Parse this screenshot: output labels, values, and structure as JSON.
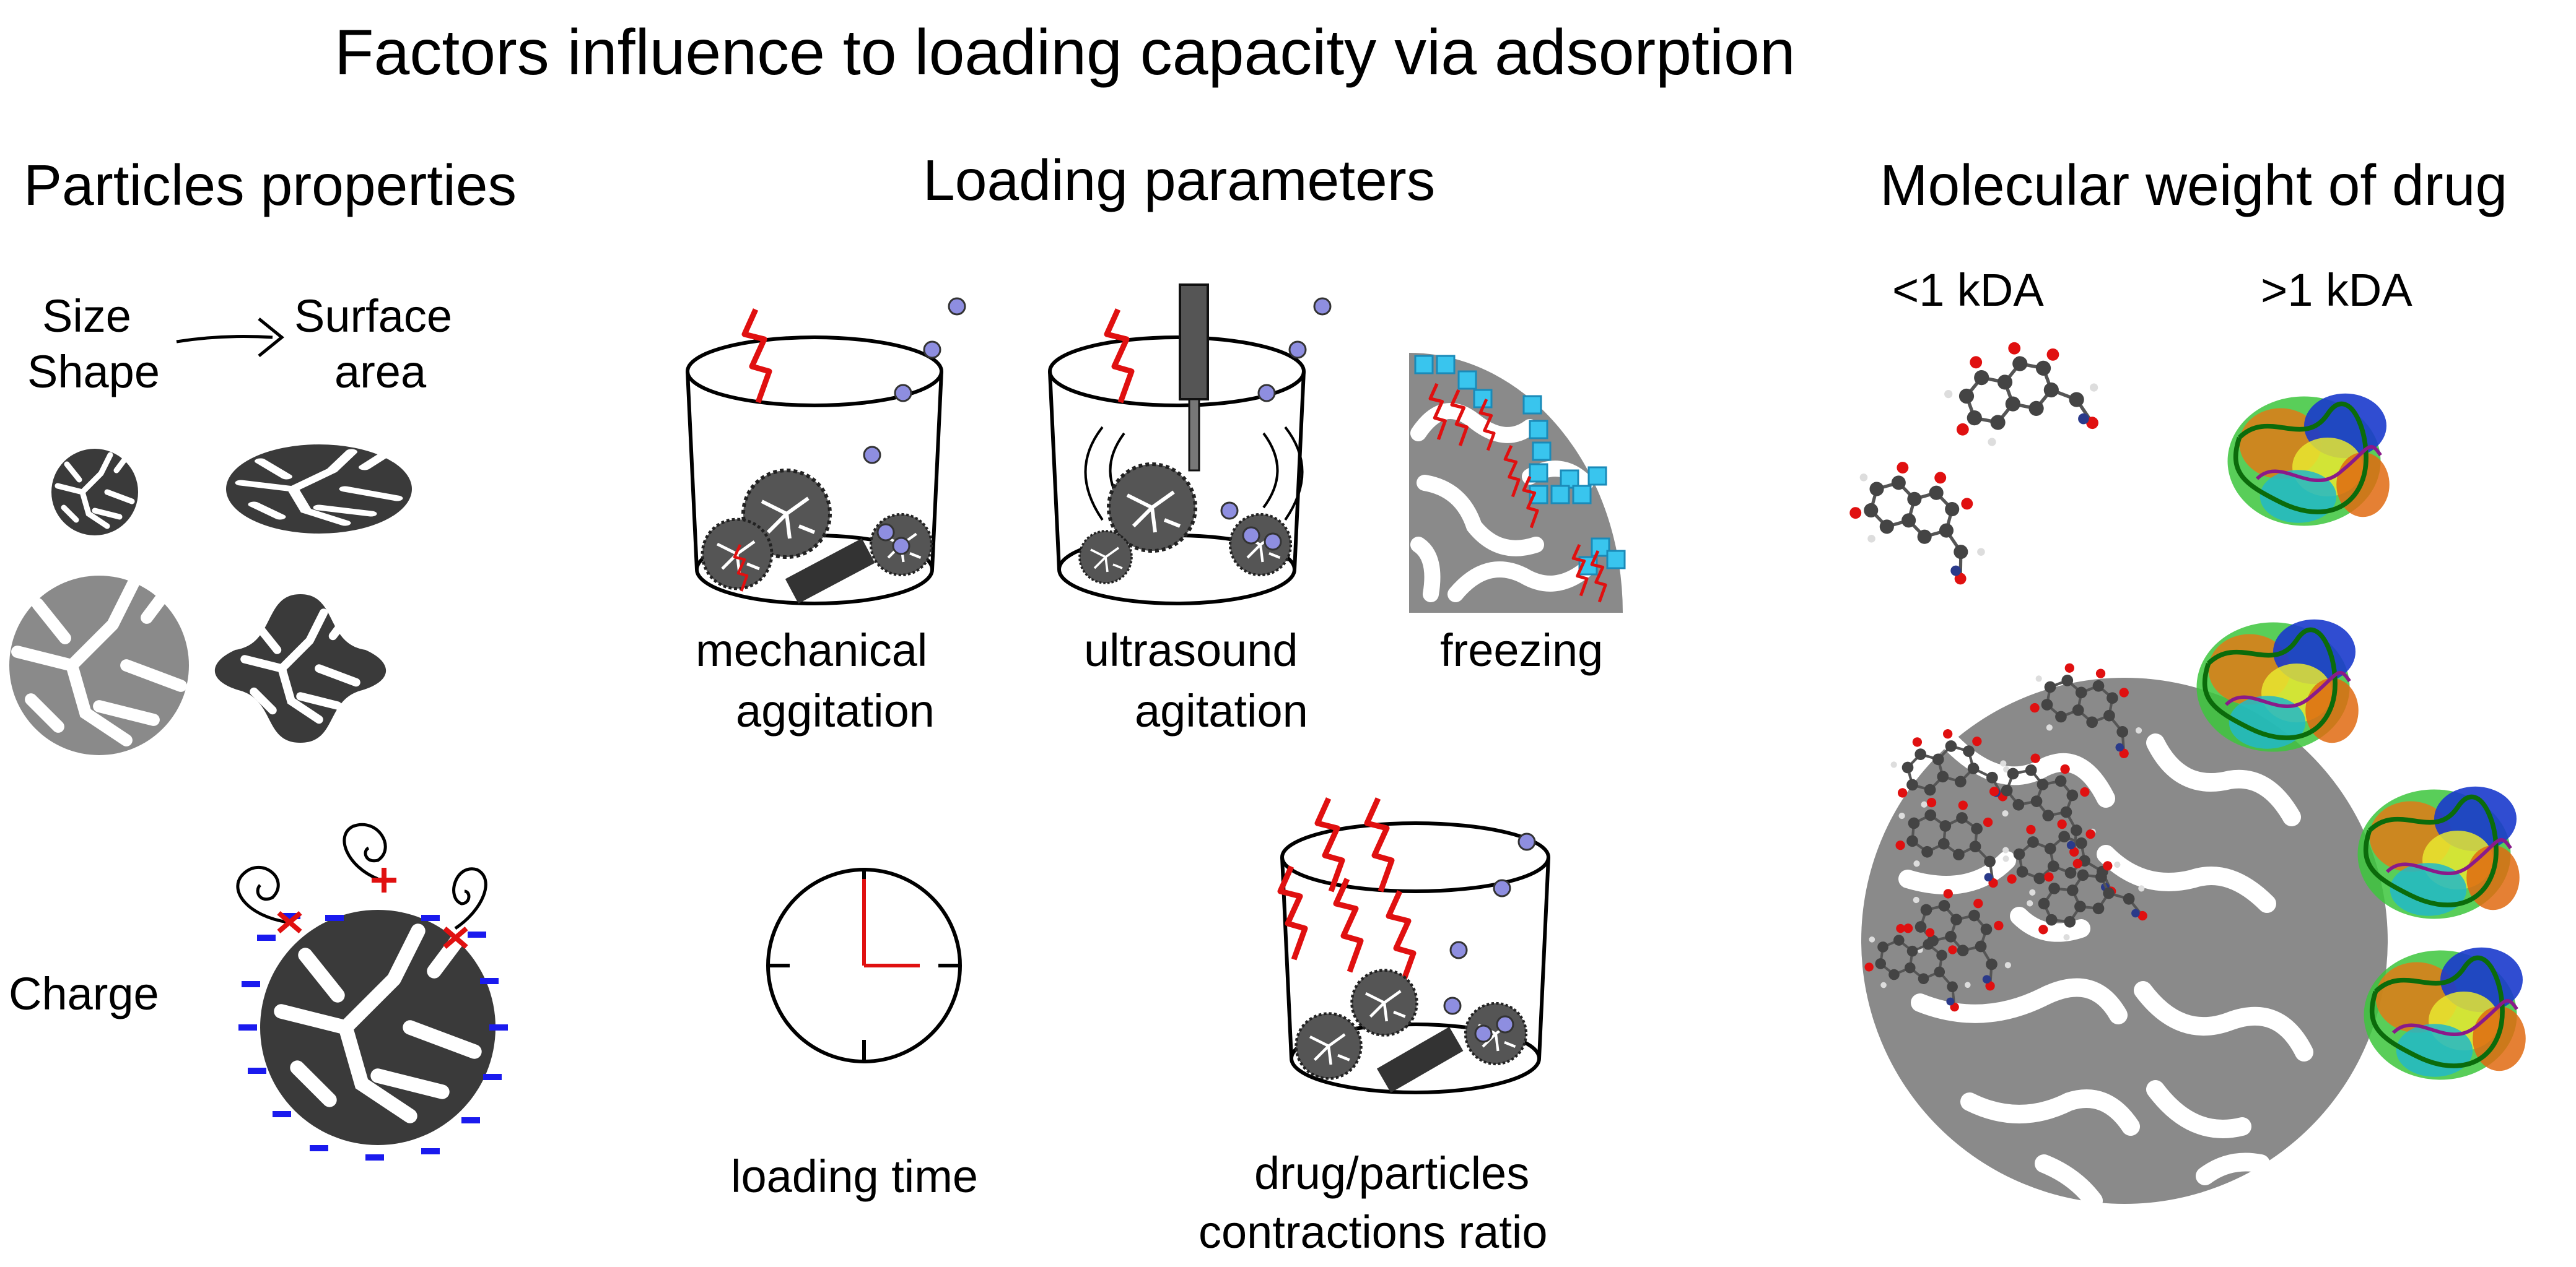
{
  "title": "Factors influence to loading capacity via adsorption",
  "sections": {
    "particles": {
      "heading": "Particles properties",
      "size_label": "Size",
      "shape_label": "Shape",
      "surface_label": "Surface",
      "area_label": "area",
      "charge_label": "Charge"
    },
    "loading": {
      "heading": "Loading parameters",
      "mechanical_line1": "mechanical",
      "mechanical_line2": "aggitation",
      "ultrasound_line1": "ultrasound",
      "ultrasound_line2": "agitation",
      "freezing": "freezing",
      "loading_time": "loading time",
      "ratio_line1": "drug/particles",
      "ratio_line2": "contractions ratio"
    },
    "molecular": {
      "heading": "Molecular weight of drug",
      "small": "<1 kDA",
      "large": ">1 kDA"
    }
  },
  "colors": {
    "particle_dark": "#3a3a3a",
    "particle_gray": "#8a8a8a",
    "drug_red": "#e01010",
    "molecule_blue": "#8e8ee0",
    "charge_blue": "#1a1aee",
    "ice_cyan": "#39c5ee"
  }
}
